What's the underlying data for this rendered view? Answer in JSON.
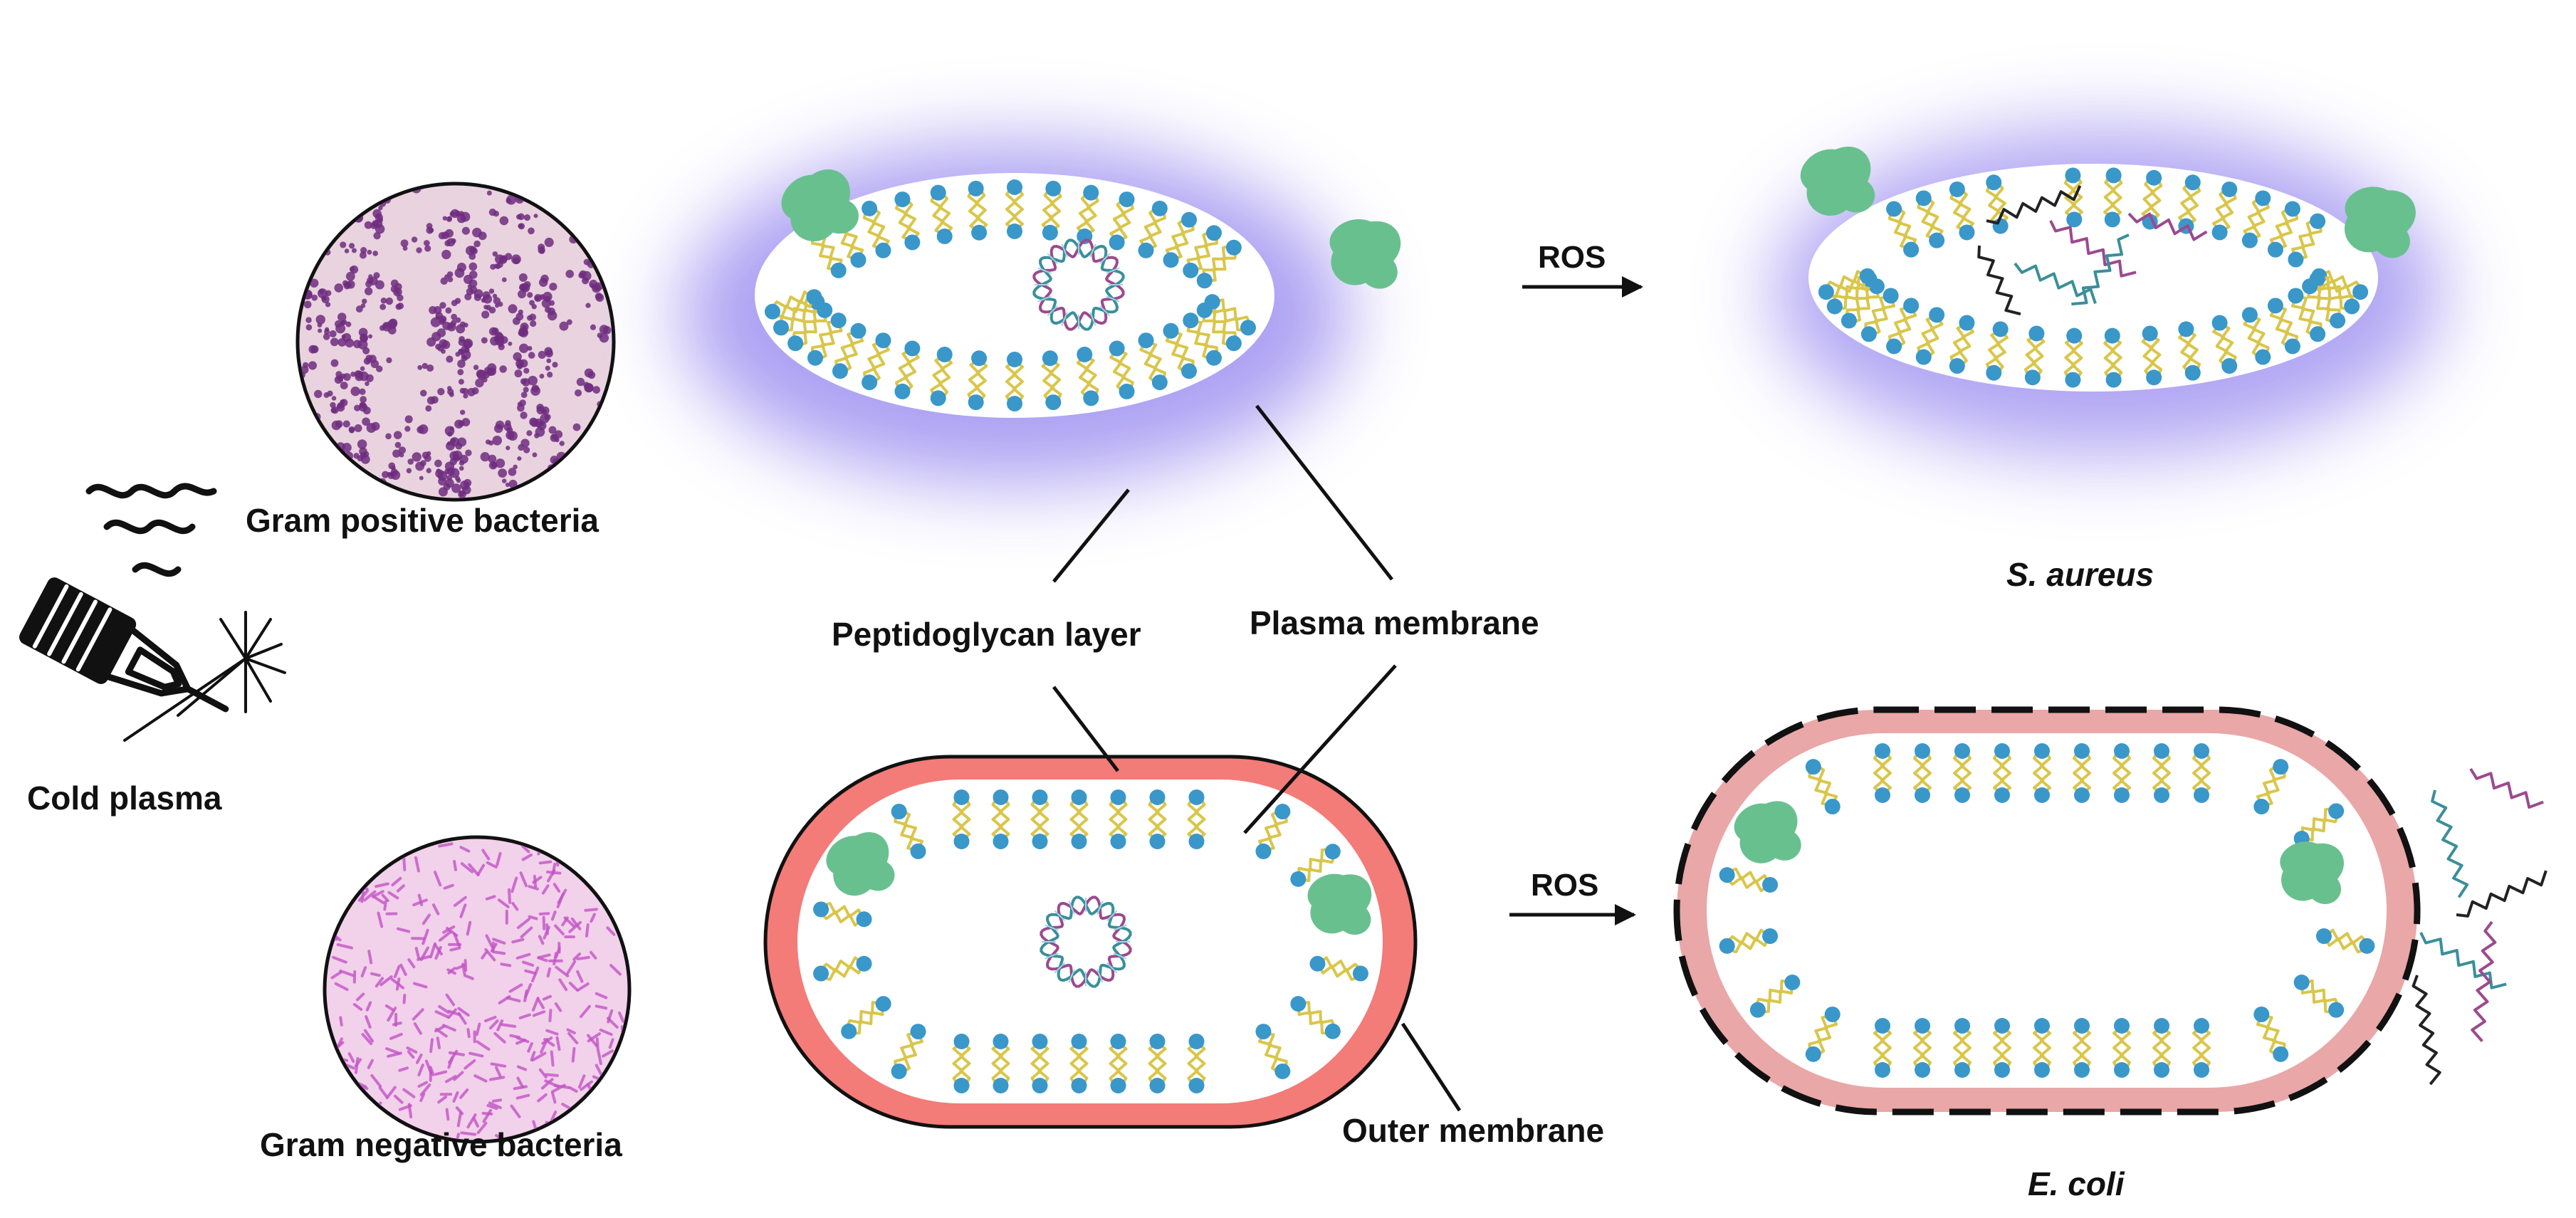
{
  "labels": {
    "gram_positive": "Gram positive bacteria",
    "gram_negative": "Gram negative bacteria",
    "cold_plasma": "Cold plasma",
    "peptidoglycan": "Peptidoglycan layer",
    "plasma_membrane": "Plasma membrane",
    "outer_membrane": "Outer membrane",
    "ros_top": "ROS",
    "ros_bottom": "ROS",
    "s_aureus": "S. aureus",
    "e_coli": "E. coli"
  },
  "colors": {
    "lipid_head": "#3a97c9",
    "lipid_tail": "#d9c64a",
    "protein": "#69c08f",
    "glow": "#a99cf2",
    "outer_membrane_red": "#f37b78",
    "outer_membrane_damaged": "#e9a7a7",
    "positive_stain": "#6e2d7f",
    "positive_bg": "#e8d3df",
    "negative_stain": "#c255c6",
    "negative_bg": "#f2d1ea",
    "fragment_teal": "#3a8f9a",
    "fragment_purple": "#9b4a8f",
    "fragment_dark": "#222222"
  }
}
